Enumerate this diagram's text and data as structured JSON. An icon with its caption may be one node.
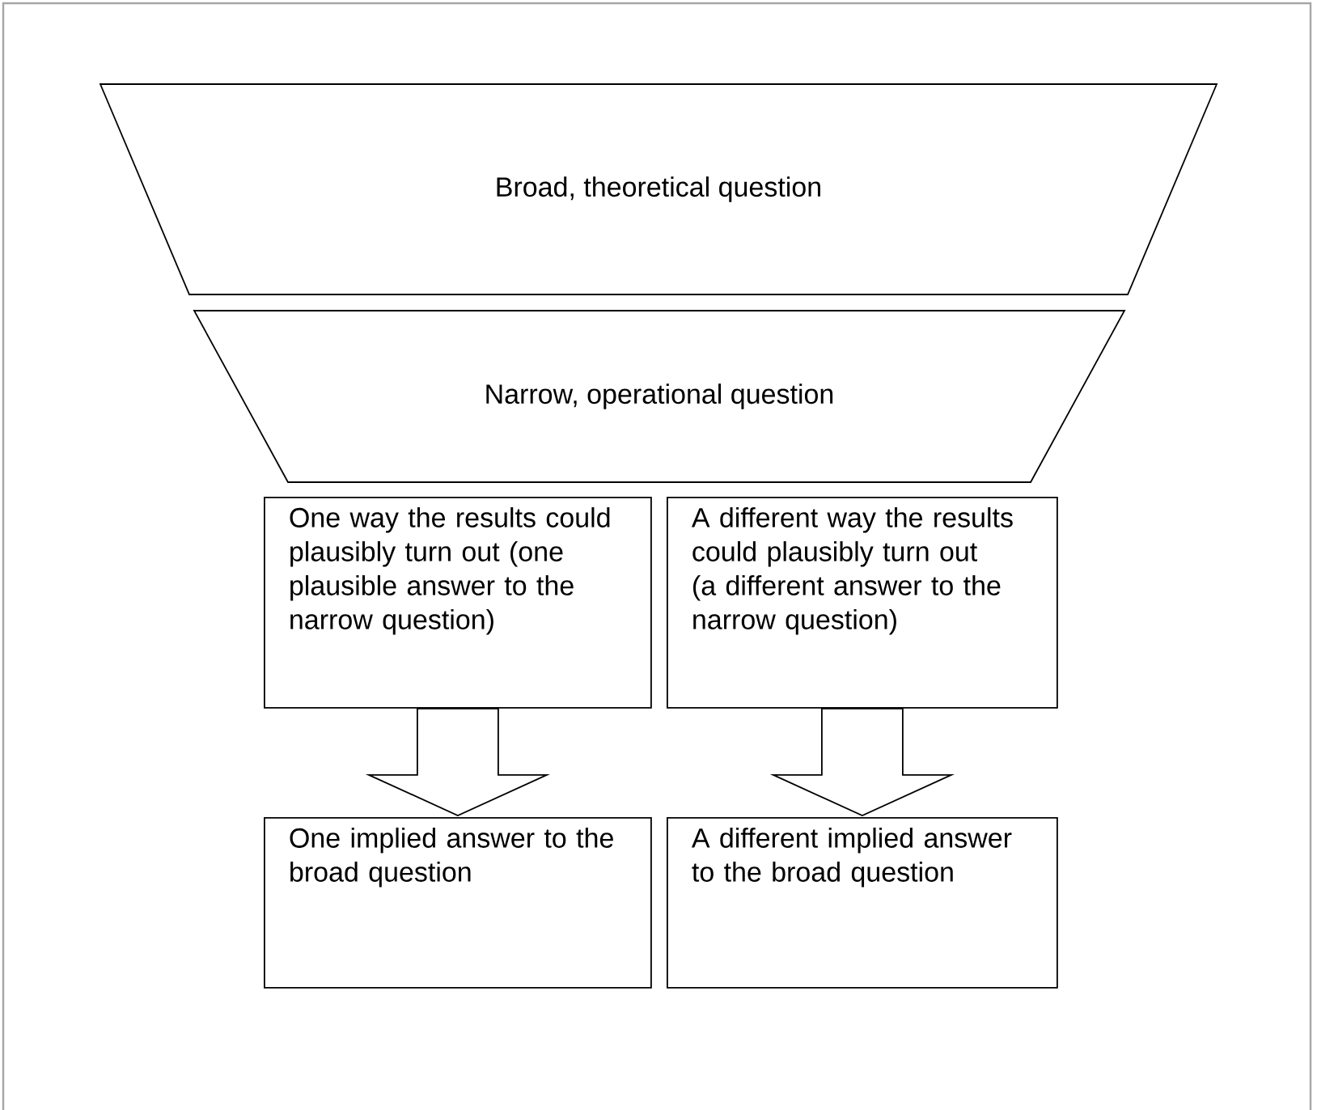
{
  "diagram": {
    "nodes": [
      {
        "text": [
          "Broad, theoretical question"
        ]
      },
      {
        "text": [
          "Narrow, operational question"
        ]
      },
      {
        "text": [
          "One way the results could plausibly turn out (one plausible answer to the narrow question)"
        ]
      },
      {
        "text": [
          "A different way the results could plausibly turn out (a different answer to the narrow question)"
        ]
      },
      {
        "text": [
          "One implied answer to the broad question"
        ]
      },
      {
        "text": [
          "A different implied answer to the broad question"
        ]
      }
    ],
    "edges": [
      {
        "from": 2,
        "to": 4,
        "arrow": "to"
      },
      {
        "from": 3,
        "to": 5,
        "arrow": "to"
      }
    ]
  }
}
